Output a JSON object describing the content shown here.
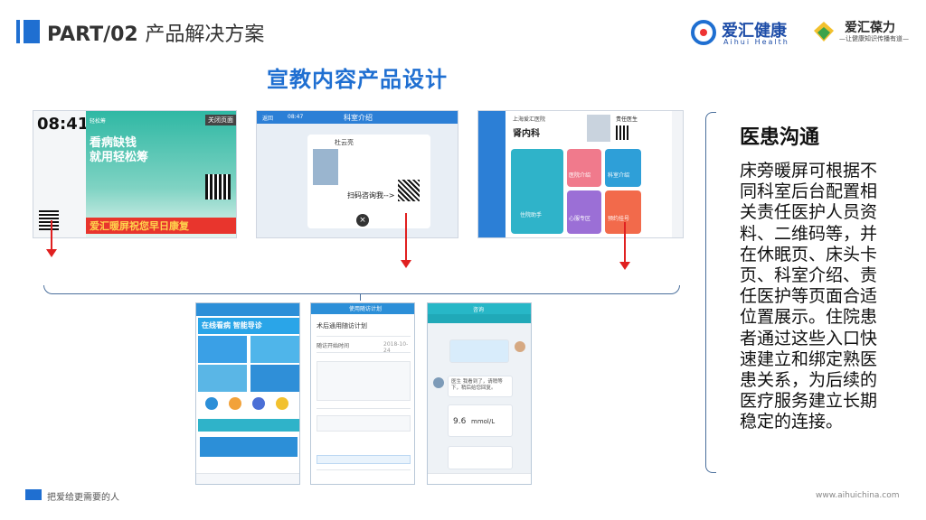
{
  "header": {
    "part_label": "PART/02",
    "title": "产品解决方案",
    "logo1_name": "爱汇健康",
    "logo1_sub": "Aihui Health",
    "logo2_name": "爱汇葆力",
    "logo2_sub": "—让健康知识传播有道—"
  },
  "section_title": "宣教内容产品设计",
  "screens": {
    "screen1": {
      "time": "08:41",
      "brand": "轻松筹",
      "headline1": "看病缺钱",
      "headline2": "就用轻松筹",
      "banner": "爱汇暖屏祝您早日康复",
      "tag": "关闭页面"
    },
    "screen2": {
      "back": "返回",
      "time": "08:47",
      "title": "科室介绍",
      "doctor": "杜云亮",
      "scan_text": "扫码咨询我-->"
    },
    "screen3": {
      "hospital": "上海爱汇医院",
      "dept": "肾内科",
      "doc_role": "责任医生",
      "tile_dept": "科室介绍",
      "tile_hosp": "医院介绍",
      "tile_helper": "住院助手",
      "tile_heart": "心服专区",
      "tile_order": "预约挂号"
    }
  },
  "phones": {
    "p1": {
      "banner": "在线看病 智能导诊"
    },
    "p2": {
      "title": "使用随访计划",
      "heading": "术后通用随访计划",
      "row1": "随访开始时间",
      "row1_val": "2018-10-24"
    },
    "p3": {
      "title": "咨询",
      "value": "9.6",
      "unit": "mmol/L",
      "msg": "医生 我看到了，请稍等下，稍后给您回复。"
    }
  },
  "right_panel": {
    "title": "医患沟通",
    "body": "床旁暖屏可根据不同科室后台配置相关责任医护人员资料、二维码等，并在休眠页、床头卡页、科室介绍、责任医护等页面合适位置展示。住院患者通过这些入口快速建立和绑定熟医患关系，为后续的医疗服务建立长期稳定的连接。"
  },
  "footer": {
    "slogan": "把爱给更需要的人",
    "url": "www.aihuichina.com"
  },
  "colors": {
    "primary": "#1f6fd1",
    "arrow": "#e02020",
    "teal": "#27b7c7"
  }
}
